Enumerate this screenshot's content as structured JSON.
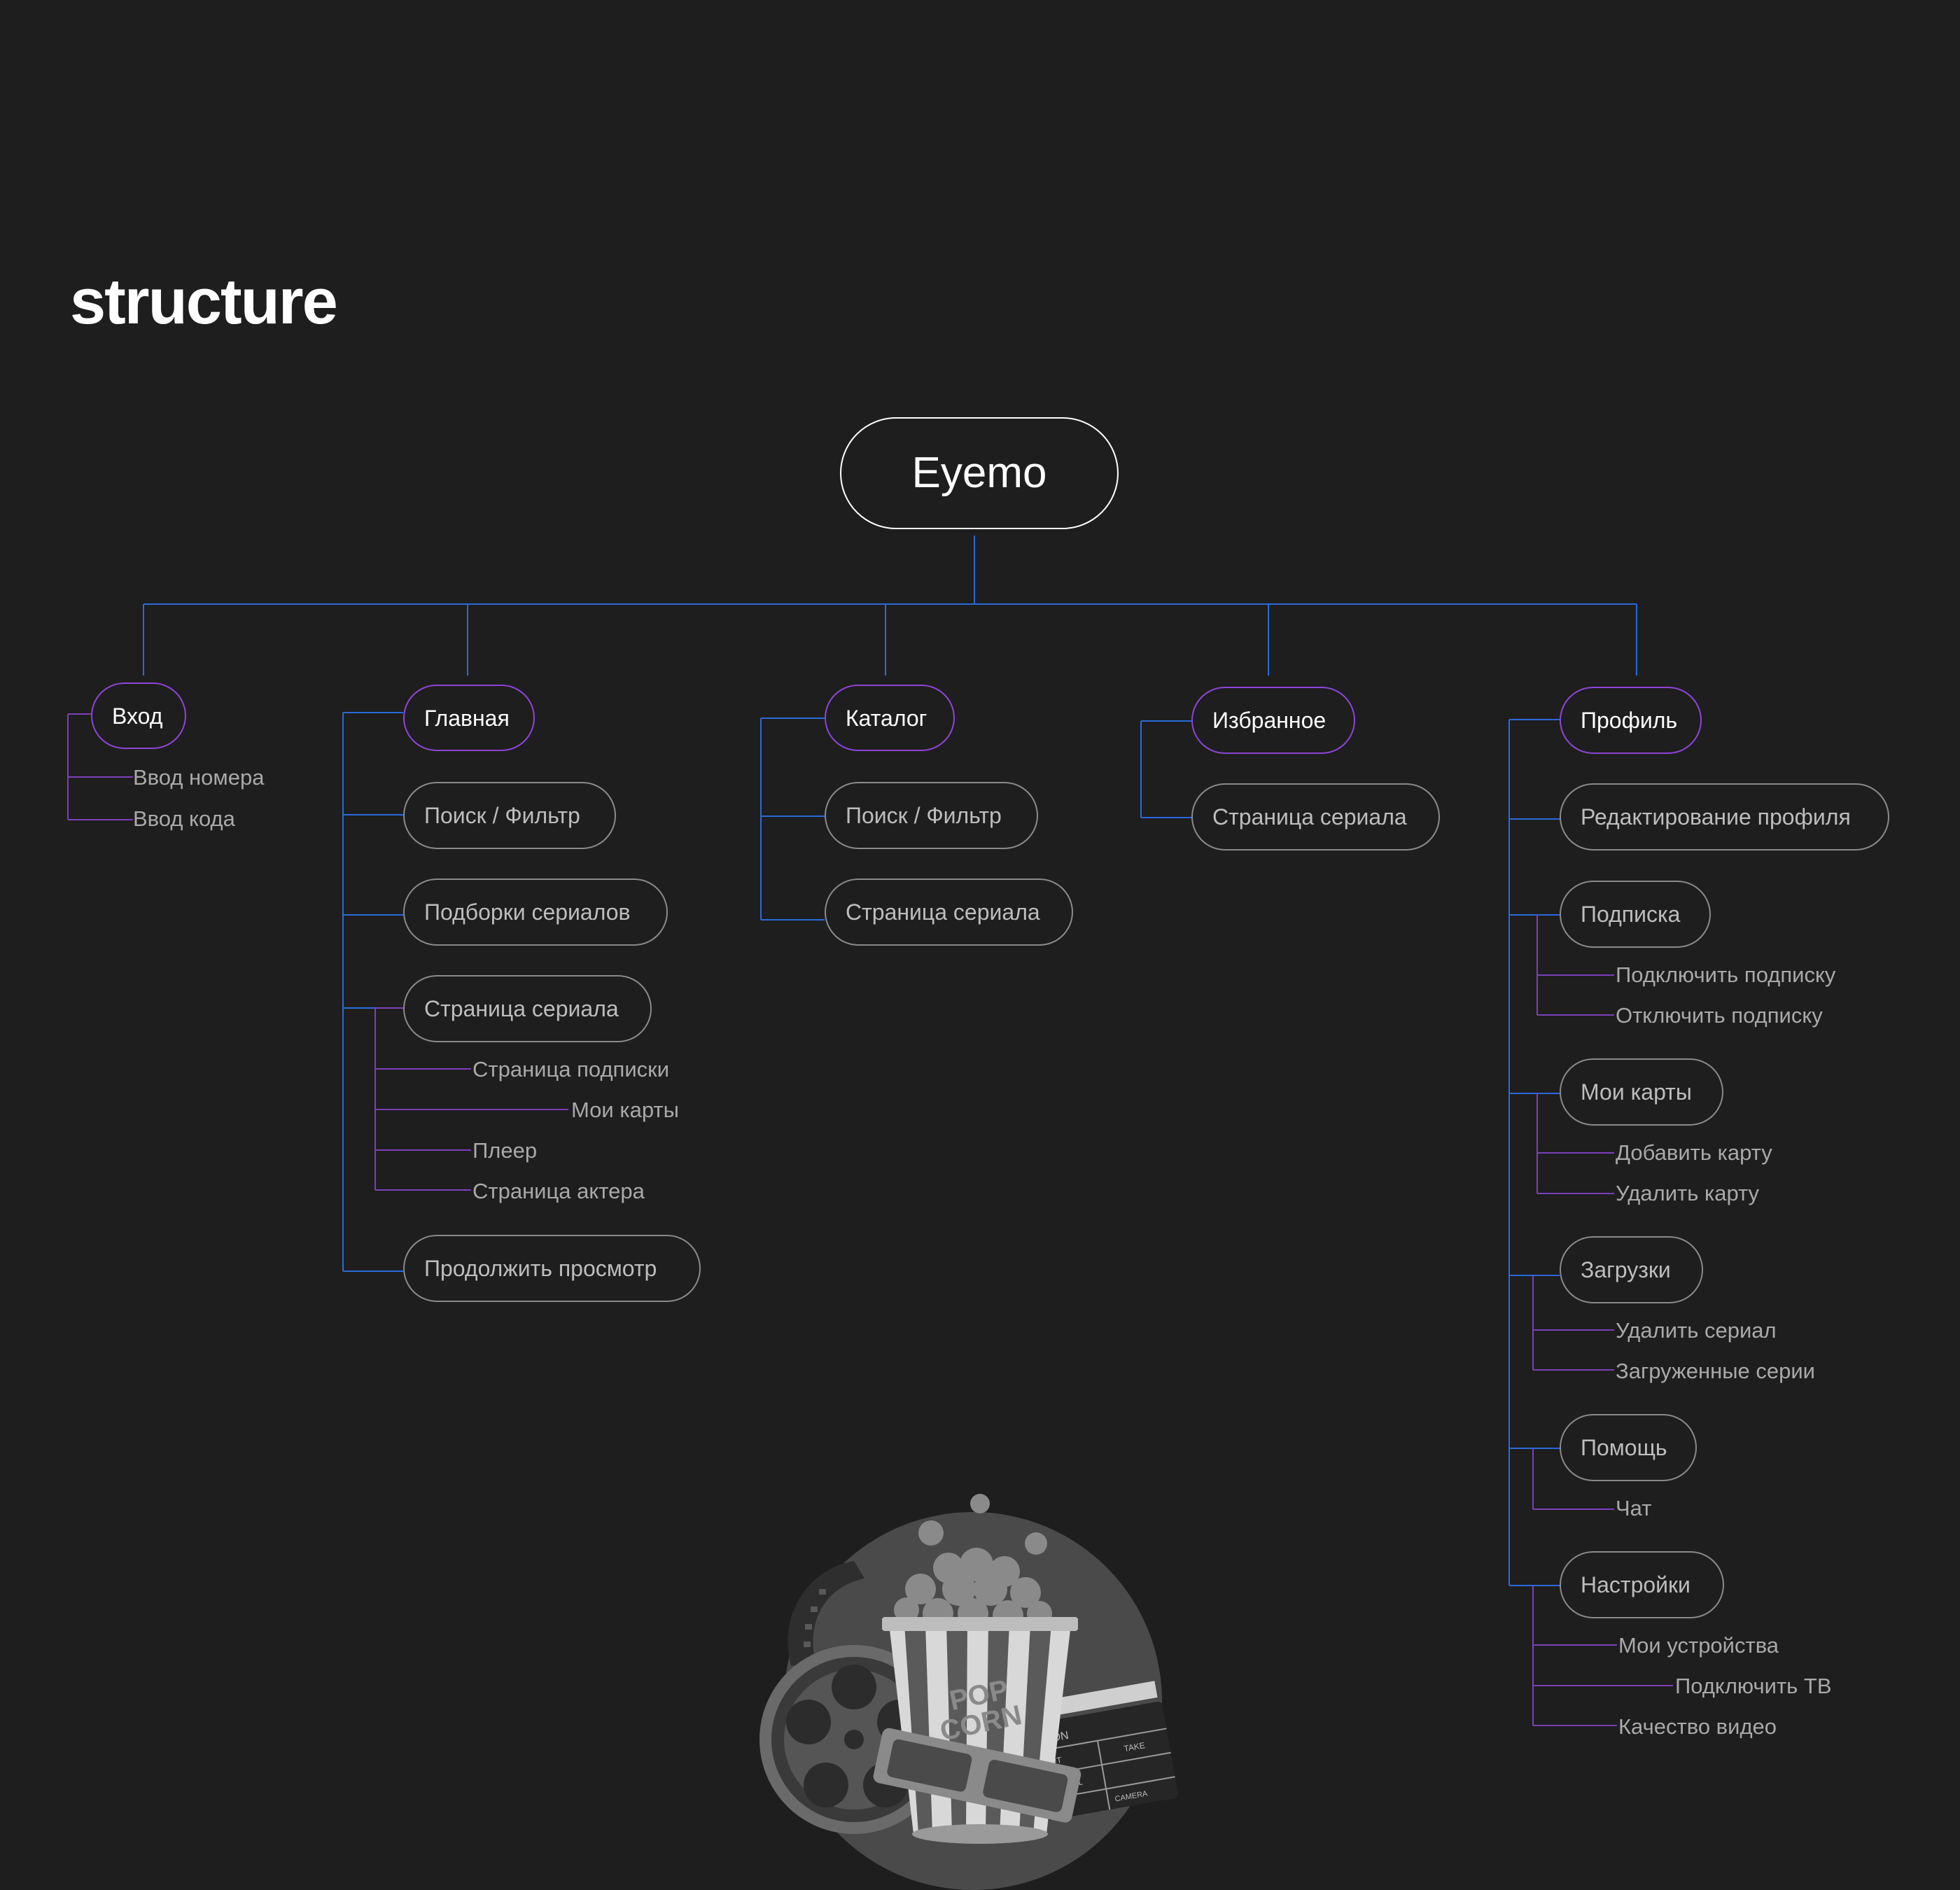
{
  "title": "structure",
  "root": "Eyemo",
  "sections": {
    "vhod": {
      "label": "Вход",
      "items": [
        "Ввод номера",
        "Ввод кода"
      ]
    },
    "glavnaya": {
      "label": "Главная",
      "items": [
        "Поиск / Фильтр",
        "Подборки сериалов",
        "Страница сериала",
        "Продолжить просмотр"
      ],
      "serial_subitems": [
        "Страница подписки",
        "Мои карты",
        "Плеер",
        "Страница актера"
      ]
    },
    "katalog": {
      "label": "Каталог",
      "items": [
        "Поиск / Фильтр",
        "Страница сериала"
      ]
    },
    "izbrannoe": {
      "label": "Избранное",
      "items": [
        "Страница сериала"
      ]
    },
    "profil": {
      "label": "Профиль",
      "items": [
        "Редактирование профиля",
        "Подписка",
        "Мои карты",
        "Загрузки",
        "Помощь",
        "Настройки"
      ],
      "podpiska": [
        "Подключить подписку",
        "Отключить подписку"
      ],
      "karty": [
        "Добавить карту",
        "Удалить карту"
      ],
      "zagruzki": [
        "Удалить сериал",
        "Загруженные серии"
      ],
      "pomosh": [
        "Чат"
      ],
      "nastroyki": [
        "Мои устройства",
        "Подключить ТВ",
        "Качество видео"
      ]
    }
  },
  "illustration": {
    "popcorn_text_1": "POP",
    "popcorn_text_2": "CORN",
    "clapper_action": "ACTION",
    "clapper_cut": "CUT",
    "clapper_take": "TAKE",
    "clapper_roll": "ROLL",
    "clapper_camera": "CAMERA"
  },
  "colors": {
    "background": "#1e1e1e",
    "blue_connector": "#2a6ad9",
    "purple_connector": "#7c3fb8",
    "top_pill_border": "#8e44d6",
    "pill_border": "#8a8a8a"
  }
}
